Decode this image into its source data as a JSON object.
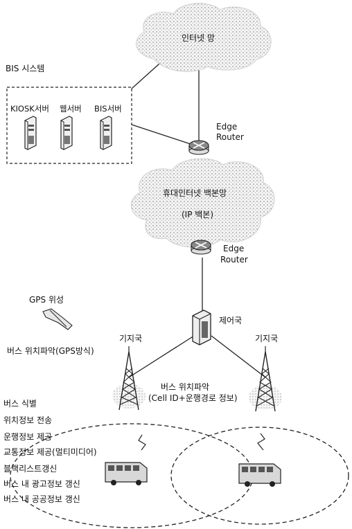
{
  "internet": {
    "label": "인터넷 망"
  },
  "bis": {
    "title": "BIS 시스템",
    "servers": [
      "KIOSK서버",
      "웹서버",
      "BIS서버"
    ]
  },
  "edge_router_1": {
    "line1": "Edge",
    "line2": "Router"
  },
  "backbone": {
    "line1": "휴대인터넷 백본망",
    "line2": "(IP 백본)"
  },
  "edge_router_2": {
    "line1": "Edge",
    "line2": "Router"
  },
  "gps": {
    "label": "GPS 위성"
  },
  "control": {
    "label": "제어국"
  },
  "base_station_left": {
    "label": "기지국"
  },
  "base_station_right": {
    "label": "기지국"
  },
  "bus_location_gps": {
    "label": "버스 위치파악(GPS방식)"
  },
  "bus_location_cell": {
    "line1": "버스 위치파악",
    "line2": "(Cell ID+운행경로 정보)"
  },
  "features": [
    "버스 식별",
    "위치정보 전송",
    "운행정보 제공",
    "교통정보 제공(멀티미디어)",
    "블랙리스트갱신",
    "버스 내 광고정보 갱신",
    "버스 내 공공정보 갱신"
  ]
}
